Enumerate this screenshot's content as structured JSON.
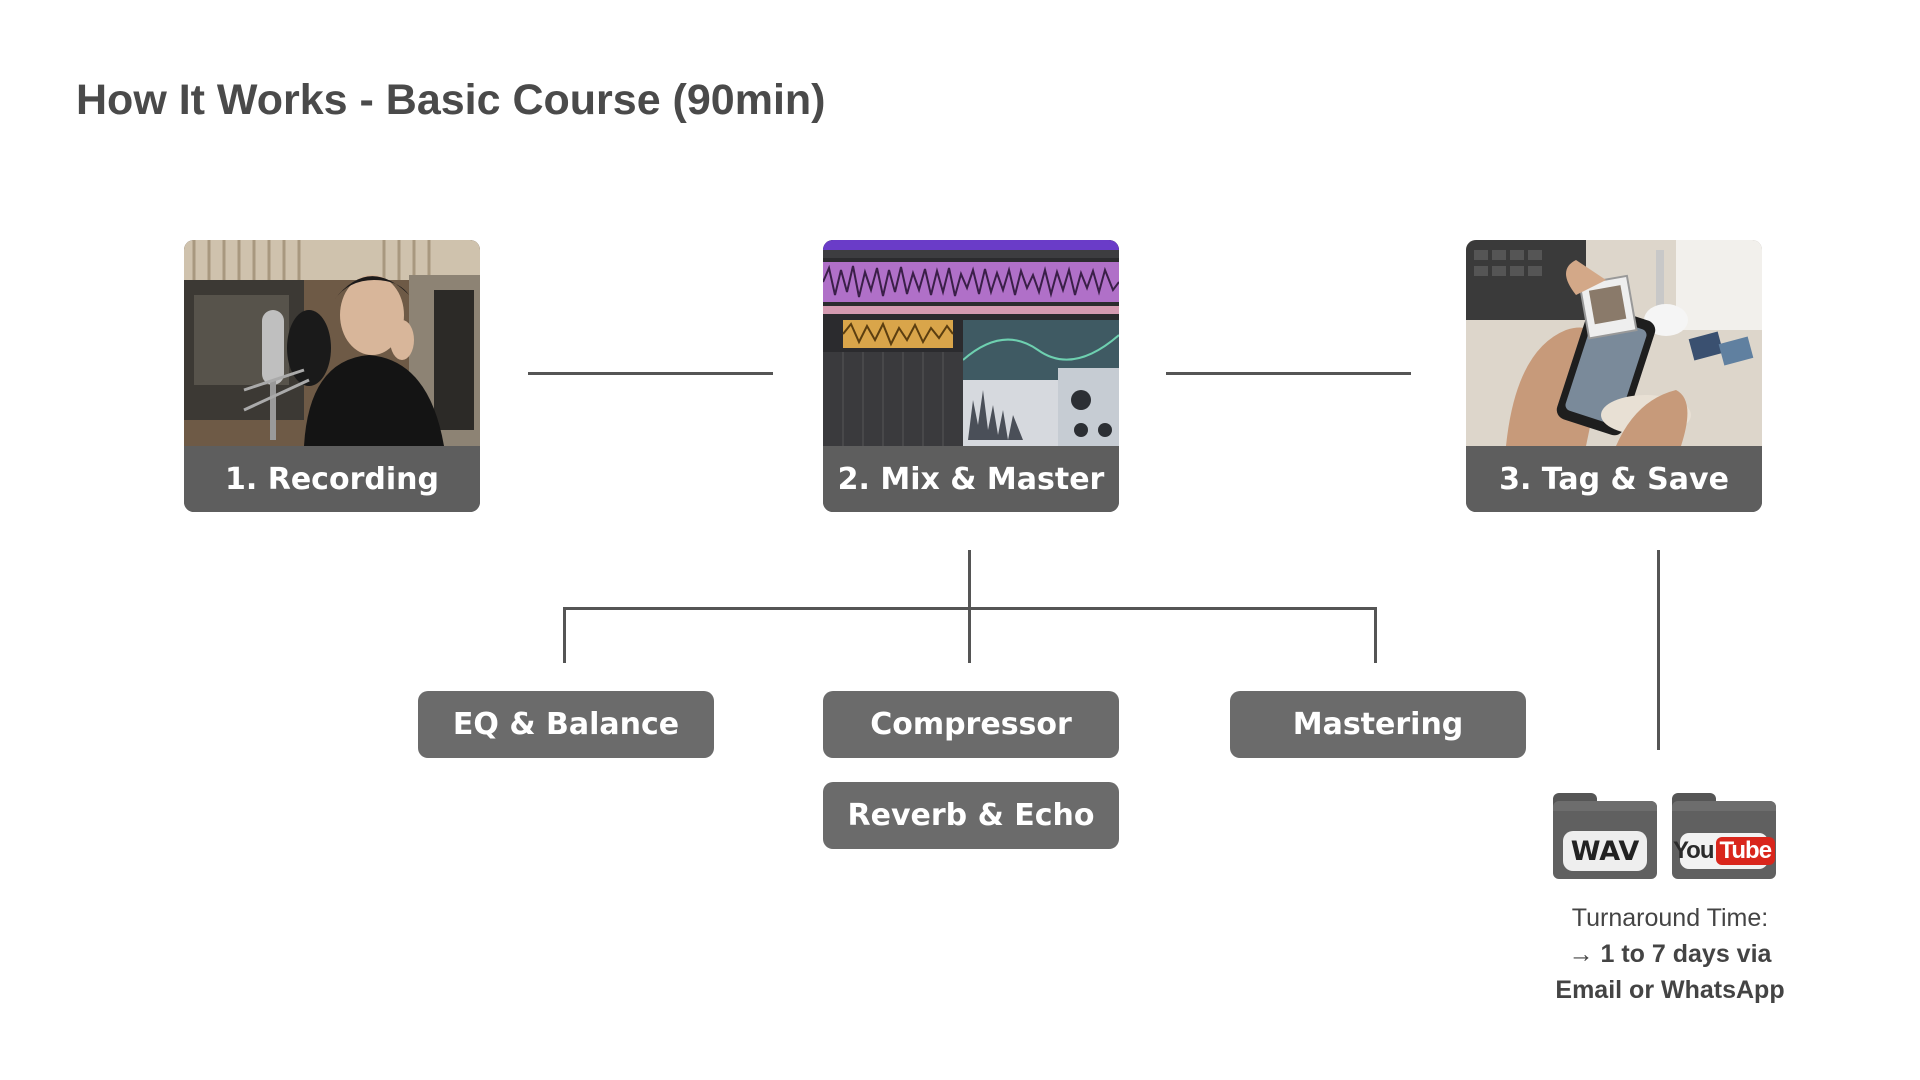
{
  "page": {
    "title": "How It Works - Basic Course (90min)"
  },
  "steps": [
    {
      "label": "1. Recording",
      "image": "singer-recording-at-microphone-photo"
    },
    {
      "label": "2. Mix & Master",
      "image": "daw-mixing-software-screenshot"
    },
    {
      "label": "3. Tag & Save",
      "image": "hands-holding-phone-and-usb-photo"
    }
  ],
  "mix_tasks": {
    "eq": "EQ & Balance",
    "compressor": "Compressor",
    "mastering": "Mastering",
    "reverb": "Reverb & Echo"
  },
  "outputs": {
    "wav": "WAV",
    "youtube_you": "You",
    "youtube_tube": "Tube"
  },
  "turnaround": {
    "label": "Turnaround Time:",
    "line1": "→ 1 to 7 days via",
    "line2": "Email or WhatsApp"
  },
  "colors": {
    "card": "#5e5e5e",
    "pill": "#6b6b6b",
    "connector": "#555555",
    "youtube_red": "#d9261c"
  }
}
